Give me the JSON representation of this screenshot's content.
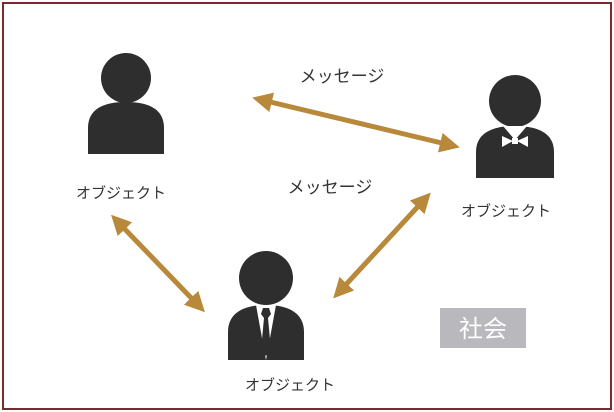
{
  "colors": {
    "frame": "#7a2a2c",
    "arrow": "#b8893a",
    "person": "#2e2e2e",
    "shirt": "#ffffff",
    "tie": "#2e2e2e",
    "text": "#333333",
    "society_bg": "#b8b8bd",
    "society_text": "#ffffff"
  },
  "objects": [
    {
      "id": "top-left",
      "label": "オブジェクト",
      "accessory": "none"
    },
    {
      "id": "right",
      "label": "オブジェクト",
      "accessory": "bowtie"
    },
    {
      "id": "bottom",
      "label": "オブジェクト",
      "accessory": "necktie"
    }
  ],
  "messages": [
    {
      "id": "top",
      "label": "メッセージ"
    },
    {
      "id": "middle",
      "label": "メッセージ"
    }
  ],
  "society": {
    "label": "社会"
  }
}
